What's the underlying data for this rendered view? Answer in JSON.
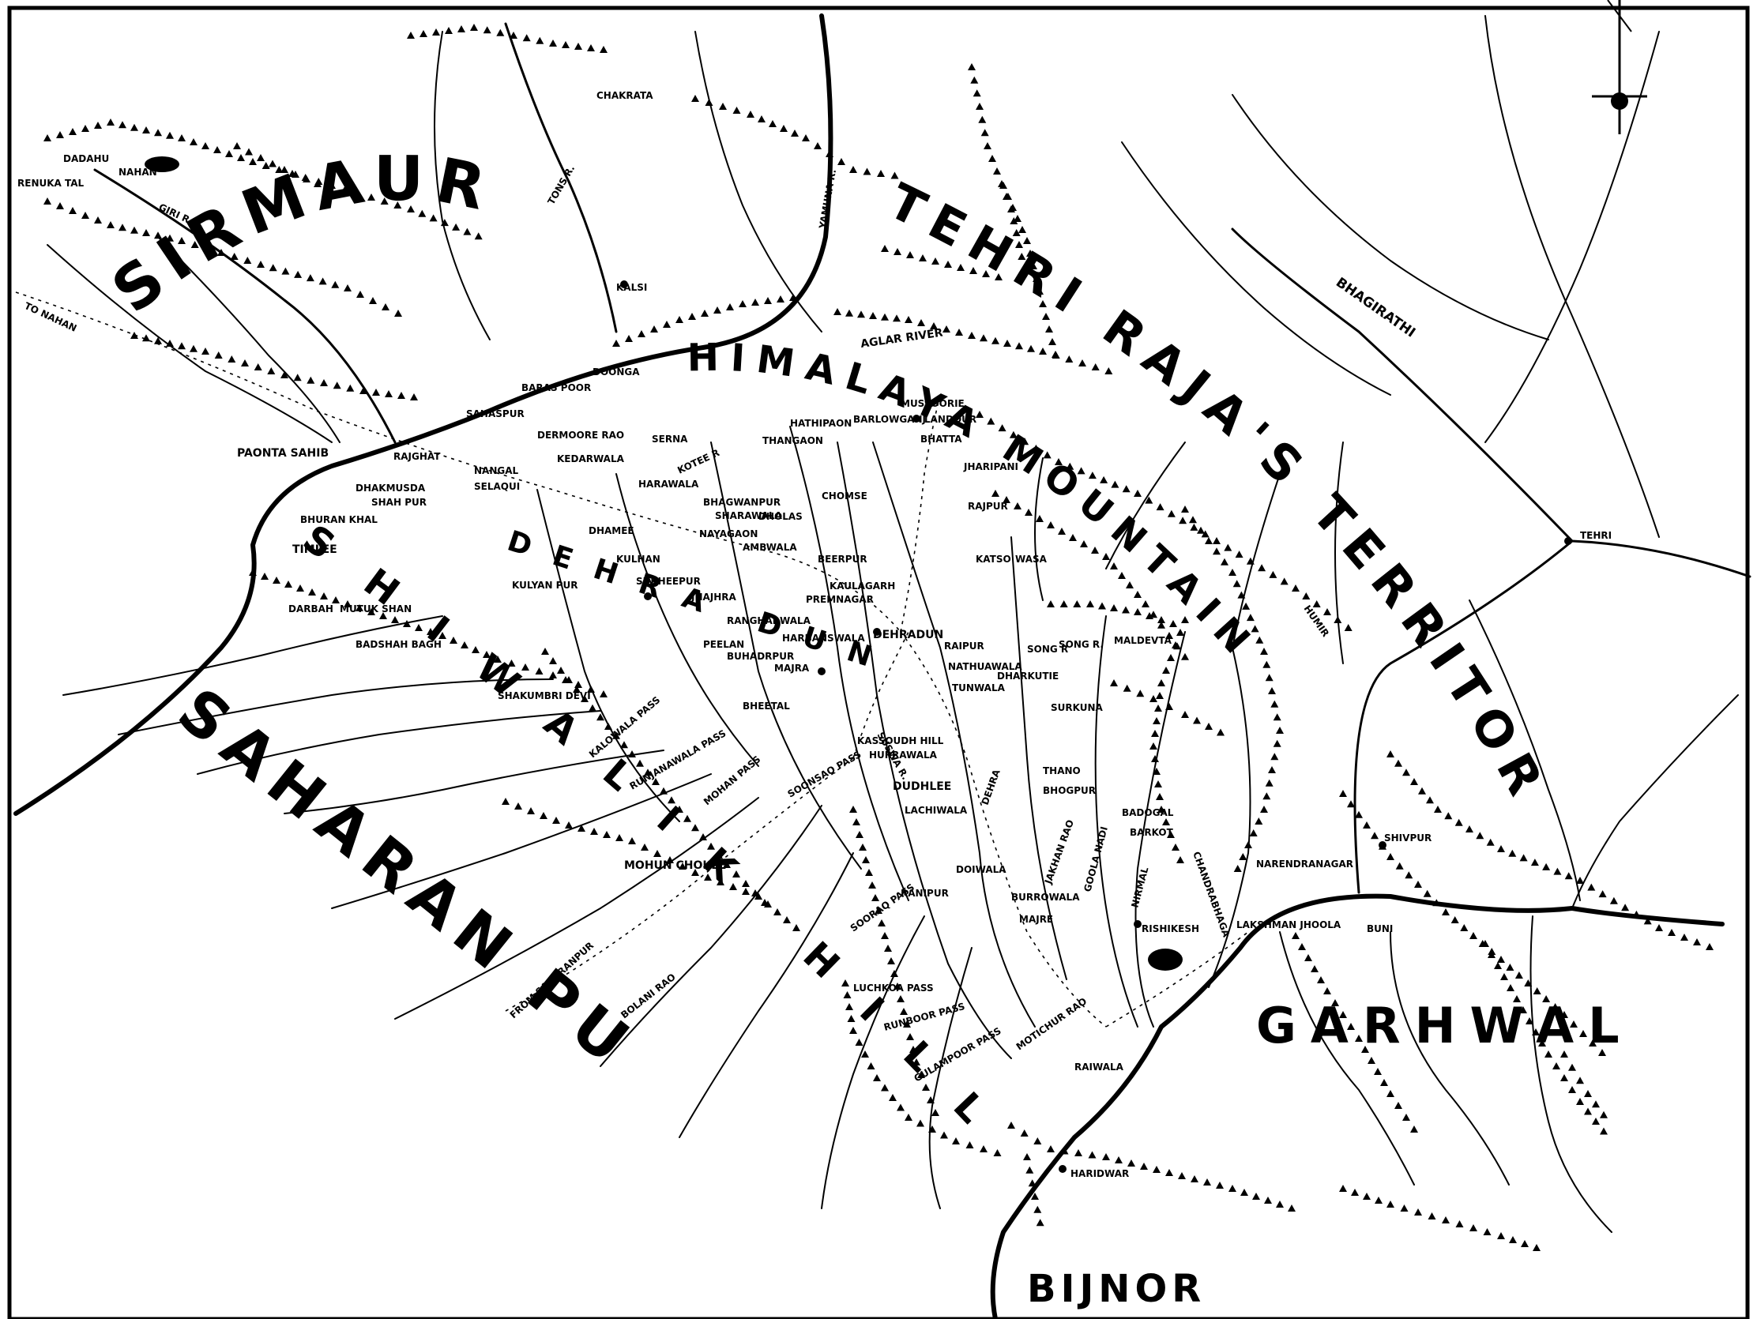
{
  "regions": {
    "sirmaur": "SIRMAUR",
    "tehri": "TEHRI RAJA'S TERRITORY",
    "himalaya": "HIMALAYA MOUNTAINS",
    "siwalik": "SHIWALIK HILLS",
    "saharanpur": "SAHARAN PUR",
    "garhwal": "GARHWAL",
    "bijnor": "BIJNOR",
    "doon": "DEHRA DUN"
  },
  "rivers": {
    "bhagirathi": "BHAGIRATHI",
    "aglar": "AGLAR RIVER",
    "yamuna": "YAMUNA R.",
    "tons": "TONS R.",
    "giri": "GIRI R.",
    "song": "SONG R.",
    "suswa": "SUSWA R.",
    "bolani": "BOLANI RAO"
  },
  "roads": {
    "to_nahan": "TO NAHAN",
    "from_saharanpur": "FROM SAHARANPUR"
  },
  "places": [
    "RENUKA TAL",
    "NAHAN",
    "DADAHU",
    "CHAKRATA",
    "KALSI",
    "BARAS POOR",
    "DOONGA",
    "PAONTA SAHIB",
    "RAJGHAT",
    "DHAKMUSDA",
    "SHAH PUR",
    "BHURAN KHAL",
    "TIMLEE",
    "DARBAH",
    "MUTUK SHAN",
    "BADSHAH BAGH",
    "SHAKUMBRI DEVI",
    "SAHASPUR",
    "DERMOORE RAO",
    "KEDARWALA",
    "SERNA",
    "KOTEE R",
    "NANGAL",
    "SELAQUI",
    "HARAWALA",
    "BHAGWANPUR",
    "SHARAWALA",
    "NAYAGAON",
    "DHAMEE",
    "KULHAN",
    "KULYAN PUR",
    "SUKHEEPUR",
    "JHAJHRA",
    "AMBWALA",
    "DHOLAS",
    "CHOMSE",
    "BEERPUR",
    "KAULAGARH",
    "PREMNAGAR",
    "RANGHARWALA",
    "DEHRADUN",
    "HARBANSWALA",
    "PEELAN",
    "BUHADRPUR",
    "MAJRA",
    "BHEETAL",
    "KASSOUDH HILL",
    "HURRAWALA",
    "DUDHLEE",
    "LACHIWALA",
    "RAIPUR",
    "NATHUAWALA",
    "TUNWALA",
    "DHARKUTIE",
    "SURKUNA",
    "THANO",
    "BHOGPUR",
    "BADOGAL",
    "BARKOT",
    "MUSSOORIE",
    "LANDOUR",
    "BARLOWGANJ",
    "HATHIPAON",
    "THANGAON",
    "BHATTA",
    "RAJPUR",
    "JHARIPANI",
    "KATSO",
    "WASA",
    "SONG R",
    "MALDEVTA",
    "MOHUN CHOKEE",
    "MOHAN PASS",
    "RUNJANAWALA PASS",
    "KALOWALA PASS",
    "SOONSAQ PASS",
    "SOORAQ PASS",
    "RANIPUR",
    "LUCHKOA PASS",
    "RUNBOOR PASS",
    "GULAMPOOR PASS",
    "MOTICHUR RAO",
    "RAIWALA",
    "HARIDWAR",
    "RISHIKESH",
    "LAKSHMAN JHOOLA",
    "NARENDRANAGAR",
    "SHIVPUR",
    "TEHRI",
    "BUNI",
    "BURROWALA",
    "MAJRE",
    "CHANDRABHAGA",
    "NIRMAL",
    "HUMIR",
    "DEHRA",
    "DOIWALA",
    "JAKHAN RAO",
    "GOOLA NADI"
  ]
}
